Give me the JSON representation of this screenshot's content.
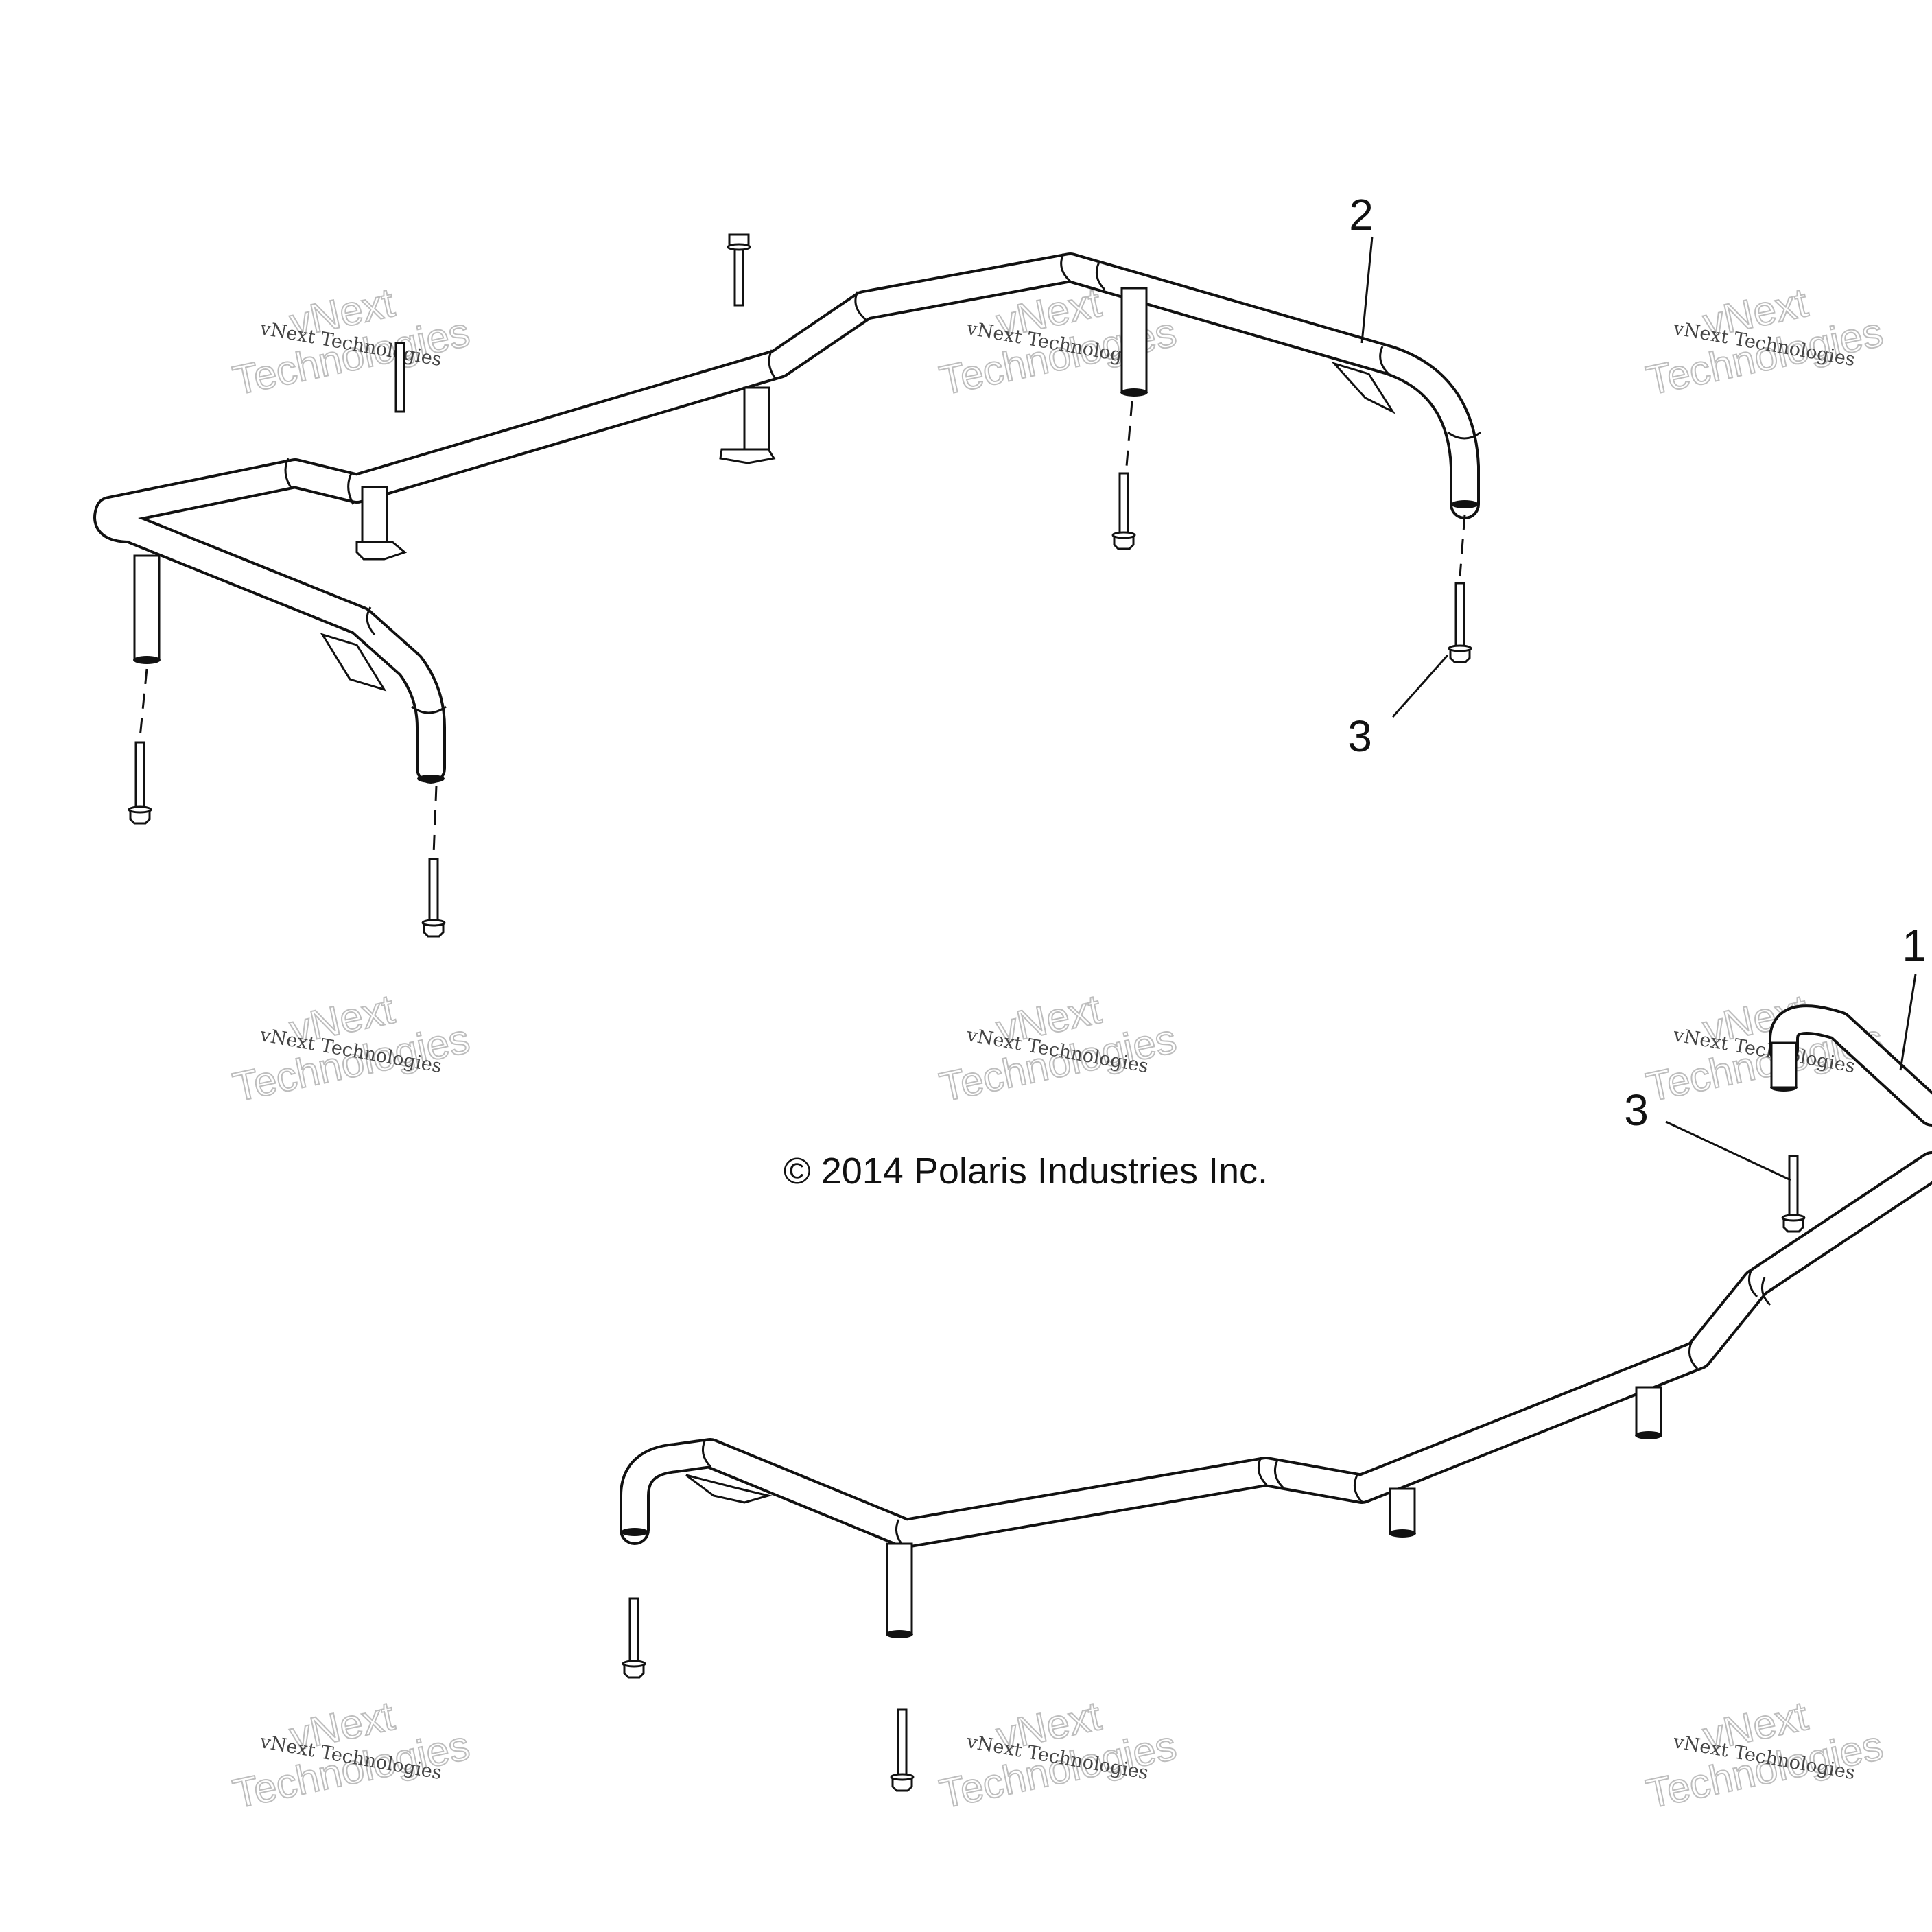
{
  "callouts": {
    "rack_upper": "2",
    "rack_lower": "1",
    "bolt_upper": "3",
    "bolt_lower": "3"
  },
  "copyright": "© 2014 Polaris Industries Inc.",
  "watermark": {
    "line_small": "vNext Technologies",
    "line_big_1": "vNext",
    "line_big_2": "Technologies"
  }
}
